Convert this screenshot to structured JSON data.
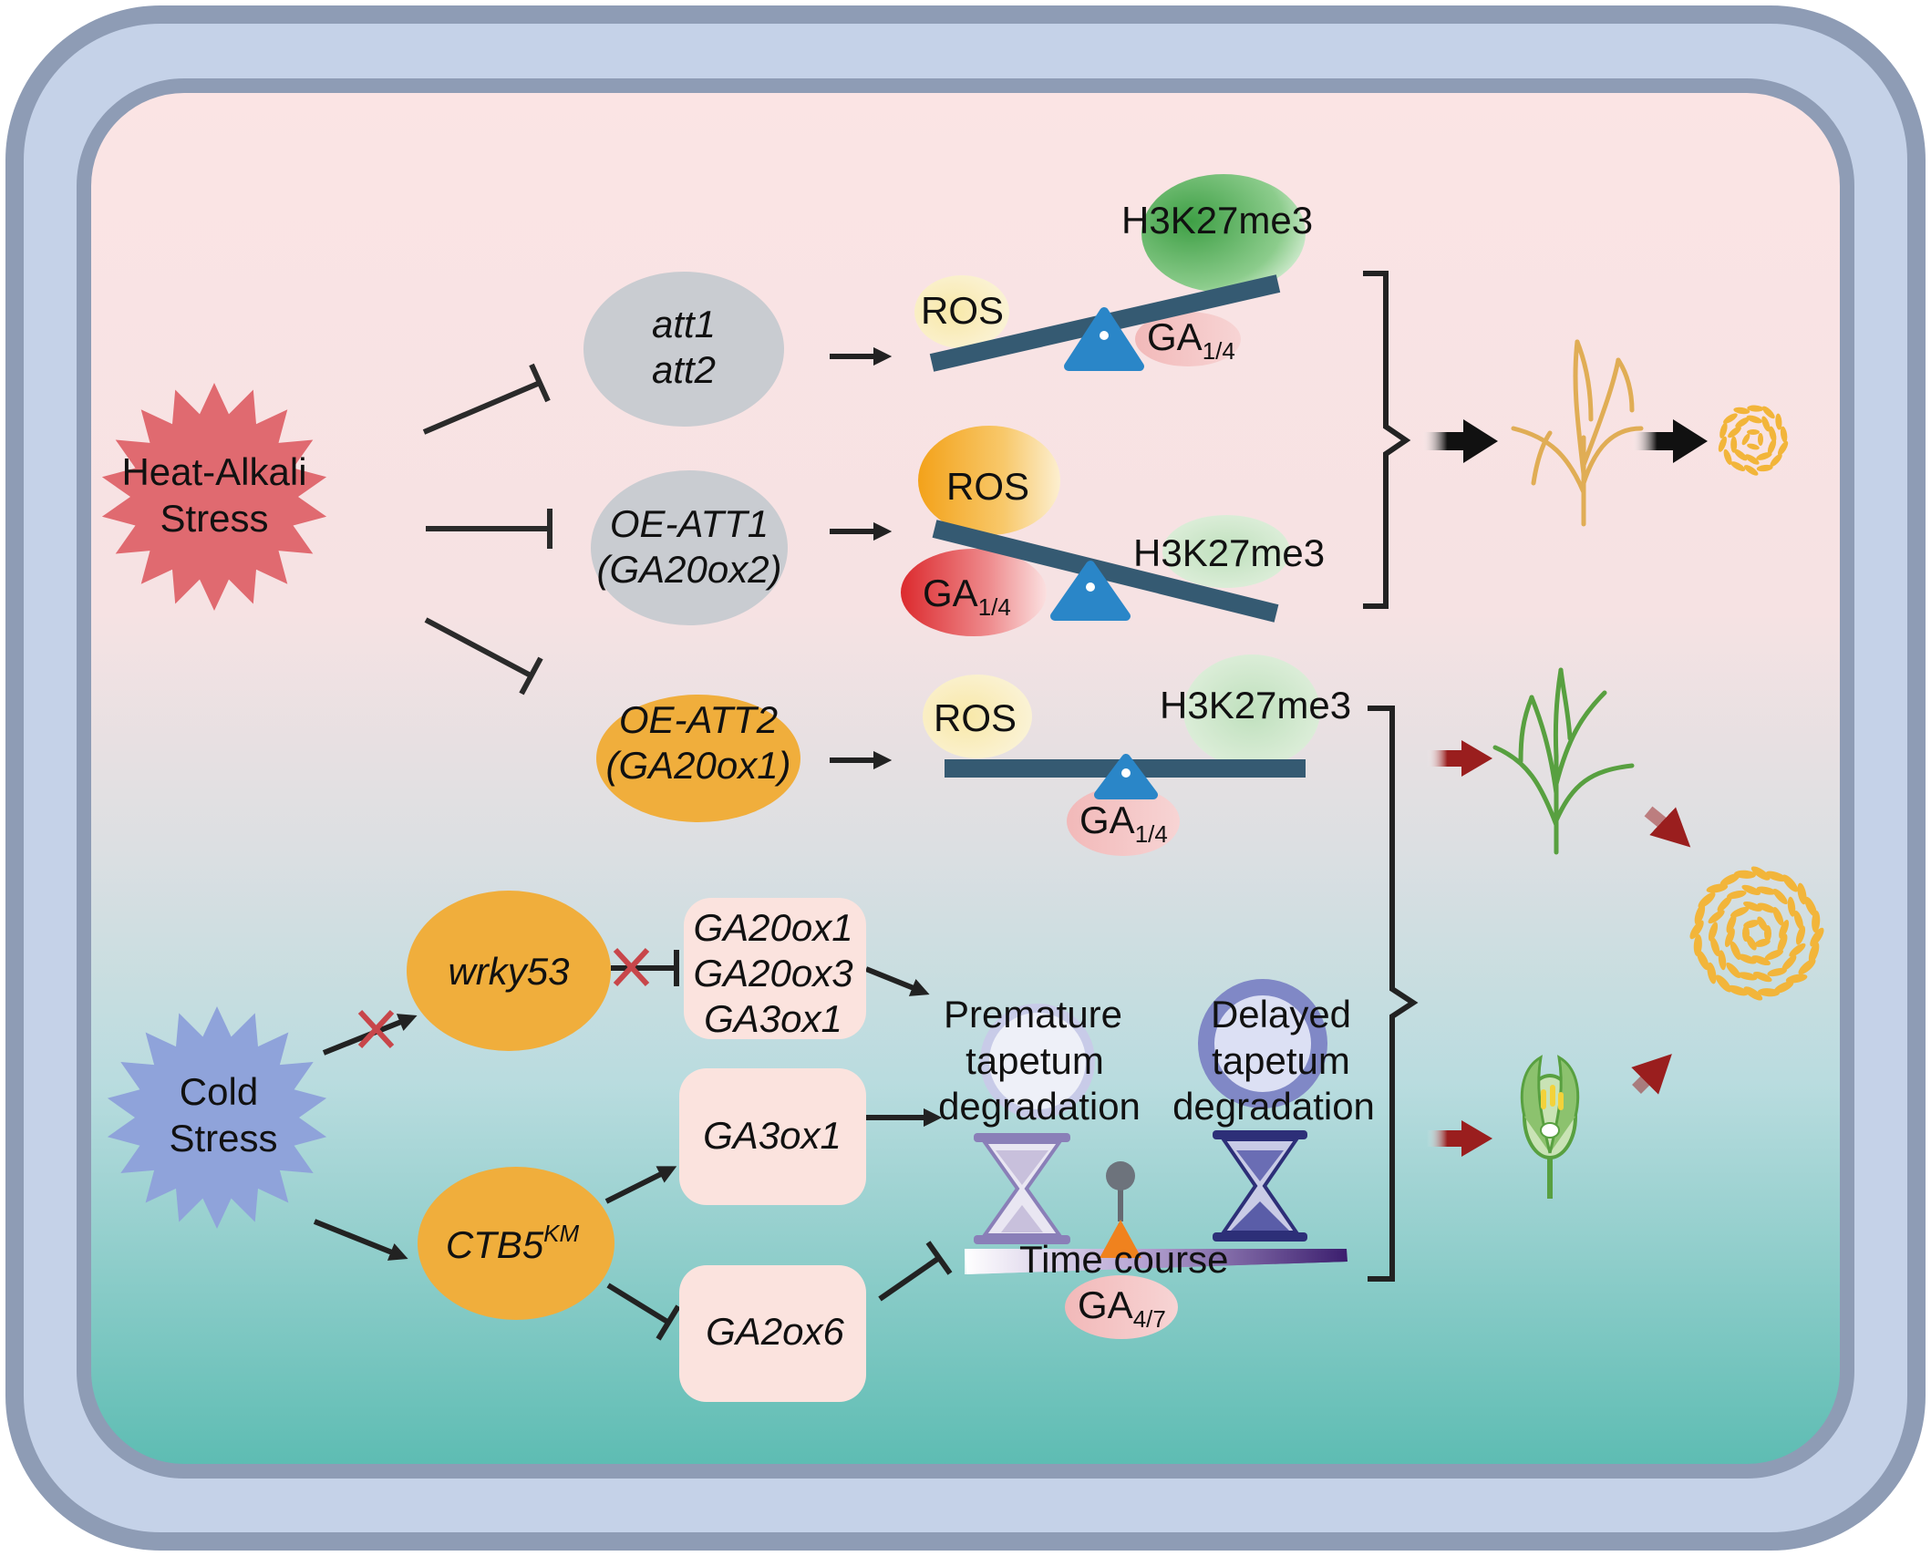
{
  "stress": {
    "heat_alkali": [
      "Heat-Alkali",
      "Stress"
    ],
    "cold": [
      "Cold",
      "Stress"
    ]
  },
  "genes": {
    "att": [
      "att1",
      "att2"
    ],
    "oe_att1": [
      "OE-ATT1",
      "(GA20ox2)"
    ],
    "oe_att2": [
      "OE-ATT2",
      "(GA20ox1)"
    ],
    "wrky53": "wrky53",
    "ctb5": {
      "base": "CTB5",
      "sup": "KM"
    },
    "targets_wrky": [
      "GA20ox1",
      "GA20ox3",
      "GA3ox1"
    ],
    "ga3ox1": "GA3ox1",
    "ga2ox6": "GA2ox6"
  },
  "balance": {
    "ros": "ROS",
    "h3k27me3": "H3K27me3",
    "ga_base": "GA",
    "ga_sub": "1/4"
  },
  "tapetum": {
    "premature": [
      "Premature",
      "tapetum",
      "degradation"
    ],
    "delayed": [
      "Delayed",
      "tapetum",
      "degradation"
    ],
    "time_course": "Time course",
    "ga47_base": "GA",
    "ga47_sub": "4/7"
  },
  "colors": {
    "outer_frame": "#8e9cb5",
    "frame_fill": "#c5d2e8",
    "gene_orange": "#f0ae3c",
    "gene_grey": "#c9ccd1",
    "fulcrum": "#2a86c8",
    "beam": "#355a72",
    "h3k27me3_green": "#4fae52",
    "ros_yellow": "#f7e7a8",
    "ga_red": "#e24a4c",
    "red_arrow": "#9a1e1e",
    "heat_star": "#e06a70",
    "cold_star": "#8fa3da"
  }
}
